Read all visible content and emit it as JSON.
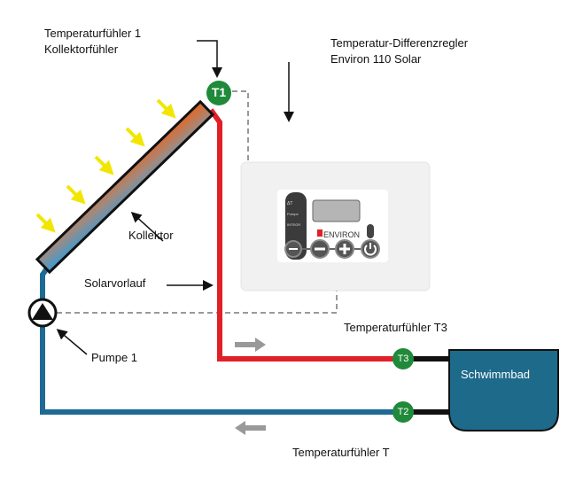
{
  "labels": {
    "sensor1_line1": "Temperaturfühler 1",
    "sensor1_line2": "Kollektorfühler",
    "controller_line1": "Temperatur-Differenzregler",
    "controller_line2": "Environ 110 Solar",
    "collector": "Kollektor",
    "flow": "Solarvorlauf",
    "pump": "Pumpe 1",
    "sensor3": "Temperaturfühler T3",
    "sensor2": "Temperaturfühler T",
    "pool": "Schwimmbad"
  },
  "sensors": {
    "t1": "T1",
    "t2": "T2",
    "t3": "T3"
  },
  "controller": {
    "brand": "ENVIRON",
    "side_labels": [
      "ΔT",
      "Pumpe",
      "INTEGR"
    ]
  },
  "colors": {
    "hot_pipe": "#e02027",
    "cold_pipe": "#1e6a94",
    "sensor": "#1f8a3a",
    "pool": "#1d6a8a",
    "sun": "#f2e600"
  }
}
